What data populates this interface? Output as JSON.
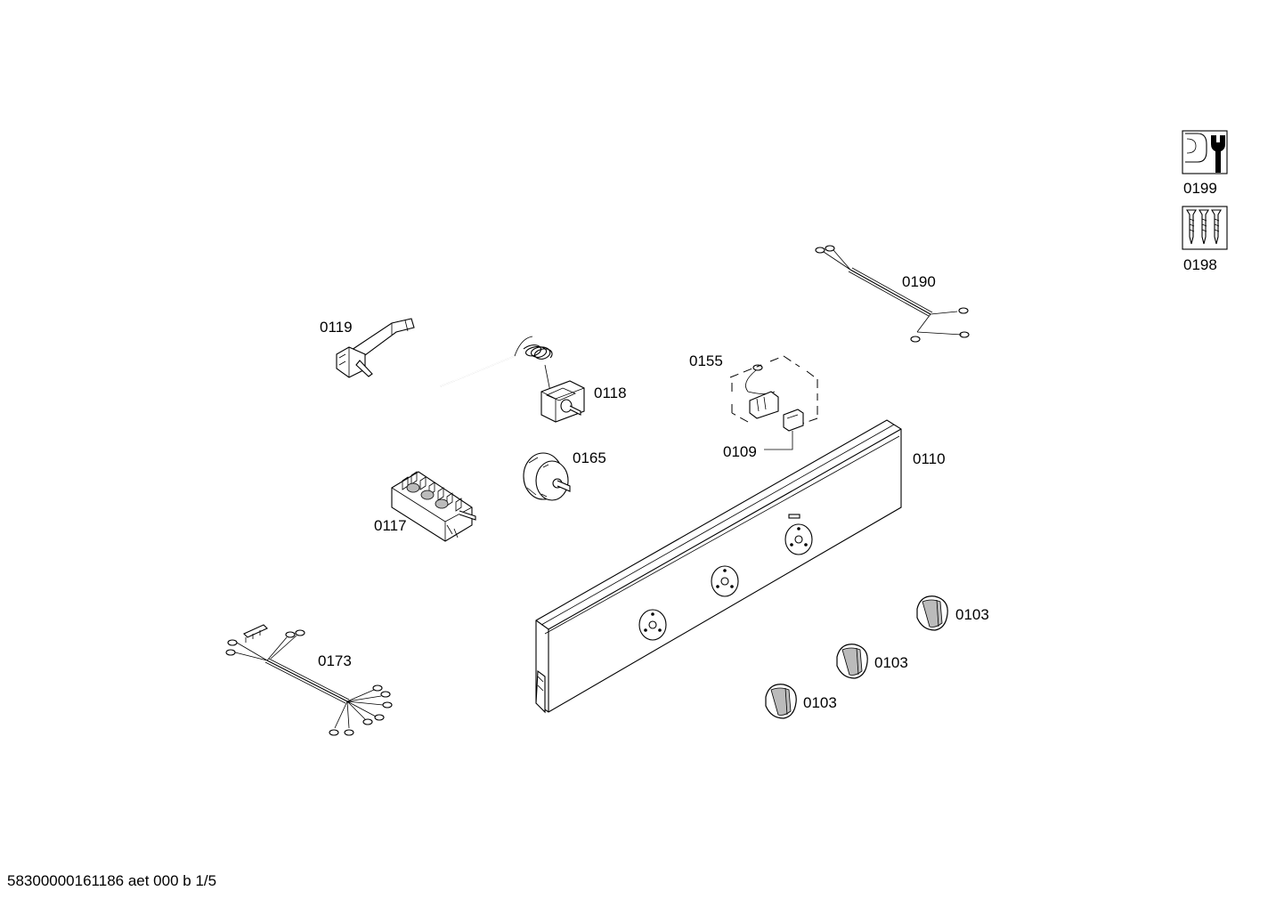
{
  "parts": [
    {
      "id": "0199",
      "label": "0199",
      "description_icon": "wrench-service-icon"
    },
    {
      "id": "0198",
      "label": "0198",
      "description_icon": "screws-icon"
    },
    {
      "id": "0190",
      "label": "0190"
    },
    {
      "id": "0119",
      "label": "0119"
    },
    {
      "id": "0118",
      "label": "0118"
    },
    {
      "id": "0155",
      "label": "0155"
    },
    {
      "id": "0109",
      "label": "0109"
    },
    {
      "id": "0110",
      "label": "0110"
    },
    {
      "id": "0165",
      "label": "0165"
    },
    {
      "id": "0117",
      "label": "0117"
    },
    {
      "id": "0173",
      "label": "0173"
    },
    {
      "id": "0103a",
      "label": "0103"
    },
    {
      "id": "0103b",
      "label": "0103"
    },
    {
      "id": "0103c",
      "label": "0103"
    }
  ],
  "footer": {
    "text": "58300000161186 aet 000 b 1/5"
  }
}
